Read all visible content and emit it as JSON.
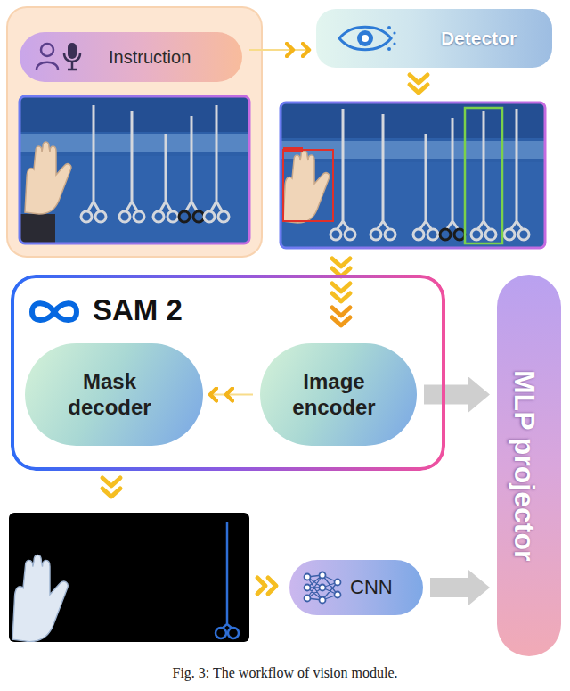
{
  "diagram": {
    "caption": "Fig. 3: The workflow of vision module.",
    "nodes": [
      {
        "text": [
          "Instruction"
        ]
      },
      {
        "text": [
          "Detector"
        ]
      },
      {
        "text": [
          "SAM 2"
        ]
      },
      {
        "text": [
          "Mask decoder"
        ],
        "in": 2
      },
      {
        "text": [
          "Image encoder"
        ],
        "in": 2
      },
      {
        "text": [
          "MLP projector"
        ]
      },
      {
        "text": [
          "CNN"
        ]
      }
    ],
    "edges": [
      {
        "from": 0,
        "to": 1,
        "arrow": "to"
      },
      {
        "from": 4,
        "to": 3,
        "arrow": "to"
      },
      {
        "from": 4,
        "to": 5,
        "arrow": "to"
      },
      {
        "from": 6,
        "to": 5,
        "arrow": "to"
      }
    ]
  }
}
